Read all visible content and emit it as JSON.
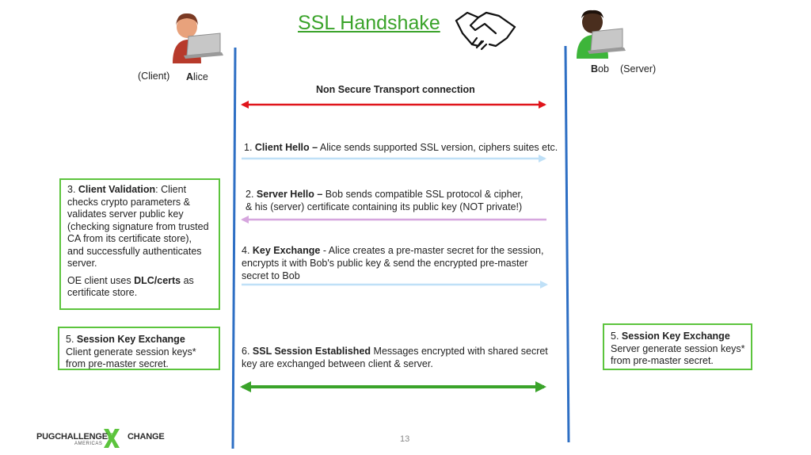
{
  "slide": {
    "title": "SSL Handshake",
    "page_number": "13"
  },
  "client": {
    "role": "(Client)",
    "name_initial": "A",
    "name_rest": "lice"
  },
  "server": {
    "name_initial": "B",
    "name_rest": "ob",
    "role": "(Server)"
  },
  "transport_label": "Non Secure Transport connection",
  "steps": {
    "client_hello": {
      "num": "1",
      "title": "Client Hello –",
      "text": "Alice sends supported SSL version, ciphers suites etc."
    },
    "server_hello": {
      "num": "2",
      "title": "Server Hello –",
      "line1": "Bob sends compatible SSL protocol & cipher,",
      "line2": "& his (server) certificate containing its public key (NOT private!)"
    },
    "key_exchange": {
      "num": "4",
      "title": "Key Exchange",
      "line1": "- Alice creates a pre-master secret for the session,",
      "line2": "encrypts it with Bob's public key & send the encrypted pre-master",
      "line3": "secret to Bob"
    },
    "session_established": {
      "num": "6",
      "title": "SSL Session Established",
      "line1": "Messages encrypted with shared secret",
      "line2": "key are exchanged between client & server."
    }
  },
  "client_validation_box": {
    "num": "3",
    "title": "Client Validation",
    "lines": [
      ": Client",
      "checks crypto parameters &",
      "validates server public key",
      "(checking signature from trusted",
      "CA from its certificate store),",
      "and successfully authenticates",
      "server."
    ],
    "note_prefix": "OE client uses ",
    "note_bold": "DLC/certs",
    "note_suffix": " as",
    "note_line2": "certificate store."
  },
  "client_session_box": {
    "num": "5",
    "title": "Session Key Exchange",
    "line1": "Client generate session keys*",
    "line2": "from pre-master secret."
  },
  "server_session_box": {
    "num": "5",
    "title": "Session Key Exchange",
    "line1": "Server generate session keys*",
    "line2": "from pre-master secret."
  },
  "logo": {
    "part1": "PUGCHALLENGE",
    "part2": "E",
    "part3": "X",
    "part4": "CHANGE",
    "sub": "AMERICAS"
  },
  "colors": {
    "accent_green": "#3aa32a",
    "box_border": "#5cc43d",
    "timeline_blue": "#2e6fc4",
    "arrow_red": "#e0141b",
    "arrow_light_blue": "#bfe0f7",
    "arrow_light_purple": "#d6a6de",
    "arrow_green": "#3aa32a"
  },
  "icons": {
    "title": "handshake-icon",
    "client": "alice-user-laptop-icon",
    "server": "bob-user-laptop-icon"
  }
}
